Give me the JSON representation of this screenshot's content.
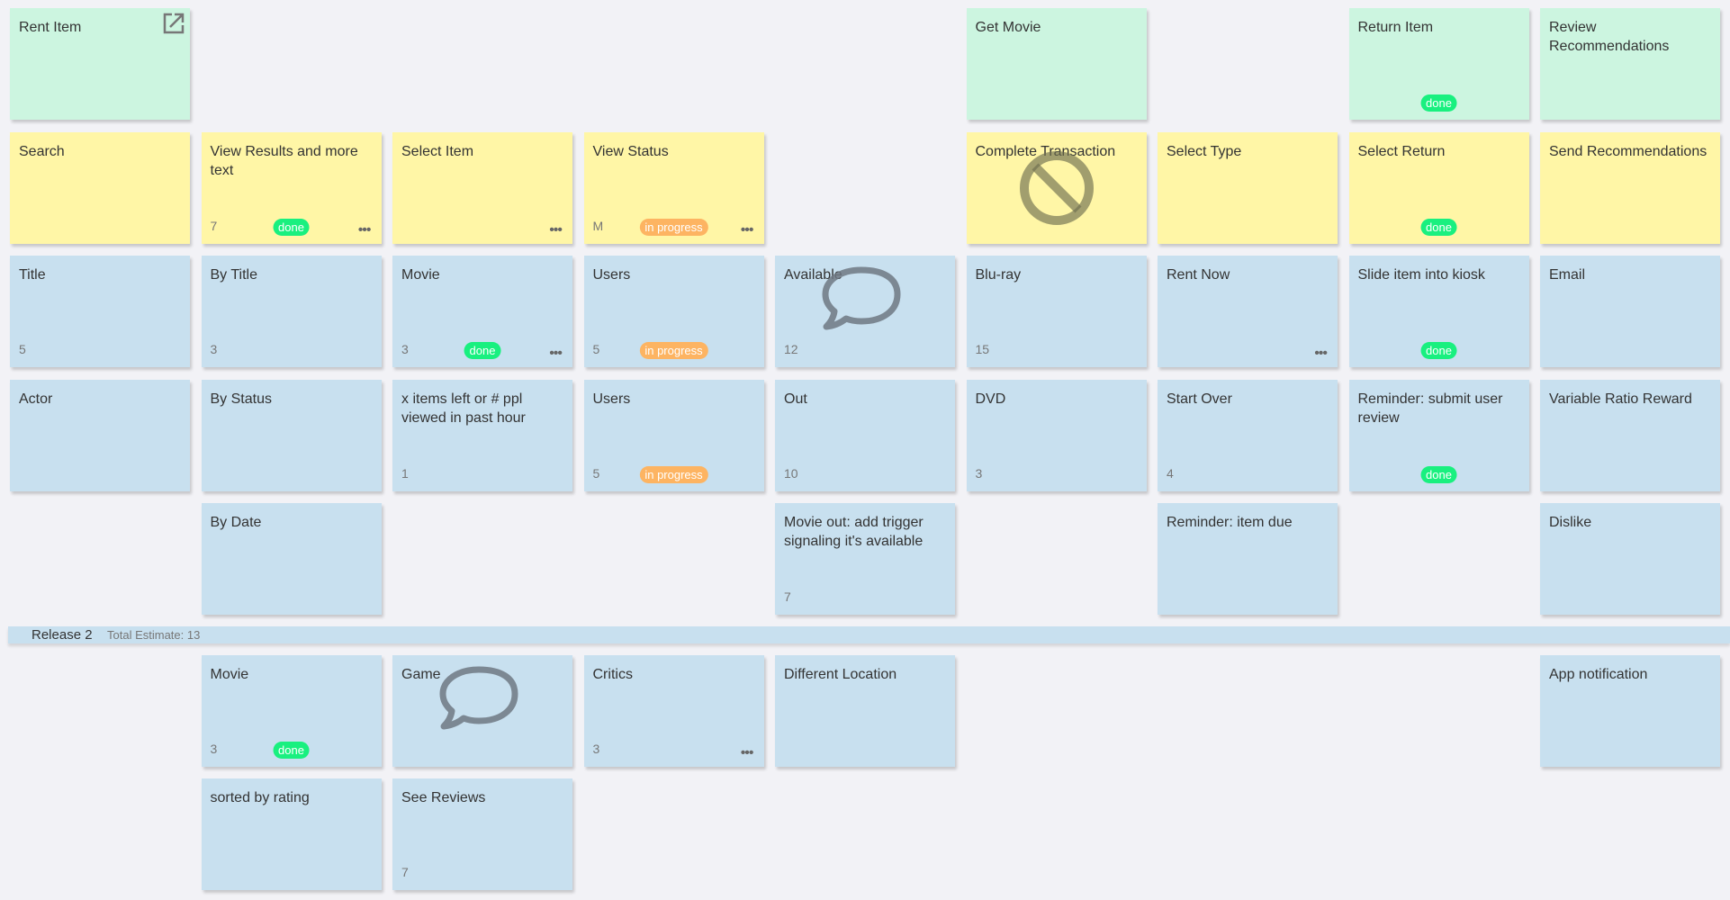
{
  "colors": {
    "green": "#ccf5e0",
    "yellow": "#fff6a6",
    "blue": "#c8e0ef",
    "done": "#19f07f",
    "in_progress": "#fdb462"
  },
  "rows_release1": [
    [
      {
        "title": "Rent Item",
        "color": "green",
        "icon": "external-link-icon"
      },
      null,
      null,
      null,
      null,
      {
        "title": "Get Movie",
        "color": "green"
      },
      null,
      {
        "title": "Return Item",
        "color": "green",
        "status": "done"
      },
      {
        "title": "Review Recommendations",
        "color": "green"
      }
    ],
    [
      {
        "title": "Search",
        "color": "yellow"
      },
      {
        "title": "View Results and more text",
        "color": "yellow",
        "estimate": "7",
        "status": "done",
        "menu": true
      },
      {
        "title": "Select Item",
        "color": "yellow",
        "menu": true
      },
      {
        "title": "View Status",
        "color": "yellow",
        "estimate": "M",
        "status": "in progress",
        "menu": true
      },
      null,
      {
        "title": "Complete Transaction",
        "color": "yellow",
        "icon": "blocked-icon"
      },
      {
        "title": "Select Type",
        "color": "yellow"
      },
      {
        "title": "Select Return",
        "color": "yellow",
        "status": "done"
      },
      {
        "title": "Send Recommendations",
        "color": "yellow"
      }
    ],
    [
      {
        "title": "Title",
        "color": "blue",
        "estimate": "5"
      },
      {
        "title": "By Title",
        "color": "blue",
        "estimate": "3"
      },
      {
        "title": "Movie",
        "color": "blue",
        "estimate": "3",
        "status": "done",
        "menu": true
      },
      {
        "title": "Users",
        "color": "blue",
        "estimate": "5",
        "status": "in progress"
      },
      {
        "title": "Available",
        "color": "blue",
        "estimate": "12",
        "icon": "comment-icon"
      },
      {
        "title": "Blu-ray",
        "color": "blue",
        "estimate": "15"
      },
      {
        "title": "Rent Now",
        "color": "blue",
        "menu": true
      },
      {
        "title": "Slide item into kiosk",
        "color": "blue",
        "status": "done"
      },
      {
        "title": "Email",
        "color": "blue"
      }
    ],
    [
      {
        "title": "Actor",
        "color": "blue"
      },
      {
        "title": "By Status",
        "color": "blue"
      },
      {
        "title": "x items left or # ppl viewed in past hour",
        "color": "blue",
        "estimate": "1"
      },
      {
        "title": "Users",
        "color": "blue",
        "estimate": "5",
        "status": "in progress"
      },
      {
        "title": "Out",
        "color": "blue",
        "estimate": "10"
      },
      {
        "title": "DVD",
        "color": "blue",
        "estimate": "3"
      },
      {
        "title": "Start Over",
        "color": "blue",
        "estimate": "4"
      },
      {
        "title": "Reminder: submit user review",
        "color": "blue",
        "status": "done"
      },
      {
        "title": "Variable Ratio Reward",
        "color": "blue"
      }
    ],
    [
      null,
      {
        "title": "By Date",
        "color": "blue"
      },
      null,
      null,
      {
        "title": "Movie out: add trigger signaling it's available",
        "color": "blue",
        "estimate": "7"
      },
      null,
      {
        "title": "Reminder: item due",
        "color": "blue"
      },
      null,
      {
        "title": "Dislike",
        "color": "blue"
      }
    ]
  ],
  "release": {
    "name": "Release 2",
    "total_estimate": "Total Estimate: 13"
  },
  "rows_release2": [
    [
      null,
      {
        "title": "Movie",
        "color": "blue",
        "estimate": "3",
        "status": "done"
      },
      {
        "title": "Game",
        "color": "blue",
        "icon": "comment-icon"
      },
      {
        "title": "Critics",
        "color": "blue",
        "estimate": "3",
        "menu": true
      },
      {
        "title": "Different Location",
        "color": "blue"
      },
      null,
      null,
      null,
      {
        "title": "App notification",
        "color": "blue"
      }
    ],
    [
      null,
      {
        "title": "sorted by rating",
        "color": "blue"
      },
      {
        "title": "See Reviews",
        "color": "blue",
        "estimate": "7"
      },
      null,
      null,
      null,
      null,
      null,
      null
    ]
  ],
  "menu_label": "•••"
}
